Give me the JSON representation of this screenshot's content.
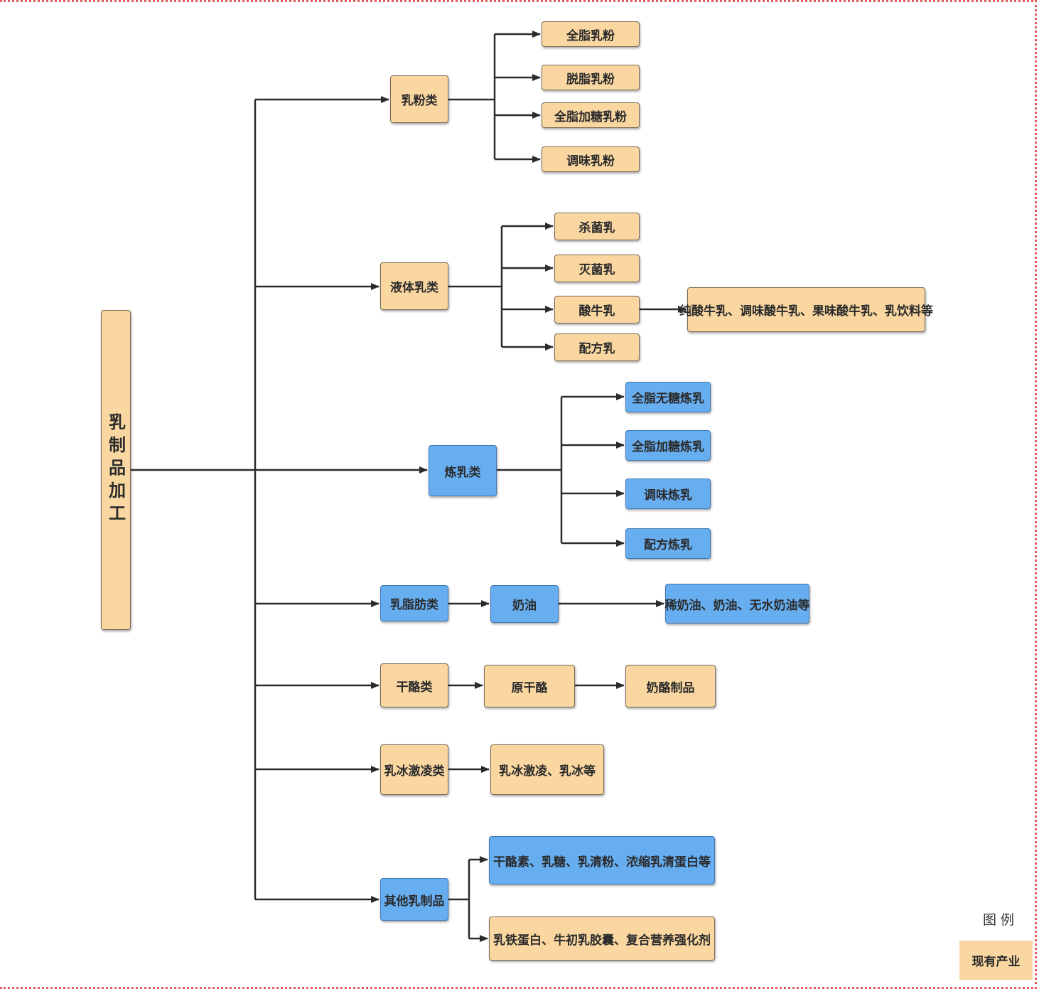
{
  "root": "乳制品加工",
  "categories": {
    "milk_powder": "乳粉类",
    "liquid_milk": "液体乳类",
    "condensed_milk": "炼乳类",
    "milk_fat": "乳脂肪类",
    "cheese": "干酪类",
    "ice_cream": "乳冰激凌类",
    "other": "其他乳制品"
  },
  "milk_powder_items": [
    "全脂乳粉",
    "脱脂乳粉",
    "全脂加糖乳粉",
    "调味乳粉"
  ],
  "liquid_milk_items": [
    "杀菌乳",
    "灭菌乳",
    "酸牛乳",
    "配方乳"
  ],
  "yogurt_products": "纯酸牛乳、调味酸牛乳、果味酸牛乳、乳饮料等",
  "condensed_items": [
    "全脂无糖炼乳",
    "全脂加糖炼乳",
    "调味炼乳",
    "配方炼乳"
  ],
  "milk_fat_chain": [
    "奶油",
    "稀奶油、奶油、无水奶油等"
  ],
  "cheese_chain": [
    "原干酪",
    "奶酪制品"
  ],
  "ice_cream_products": "乳冰激凌、乳冰等",
  "other_items": [
    "干酪素、乳糖、乳清粉、浓缩乳清蛋白等",
    "乳铁蛋白、牛初乳胶囊、复合营养强化剂"
  ],
  "legend": {
    "title": "图 例",
    "existing": "现有产业"
  },
  "colors": {
    "existing": "#fad7a1",
    "highlight": "#67aef1",
    "line": "#2b2b2b",
    "frame": "#e05a5a"
  }
}
